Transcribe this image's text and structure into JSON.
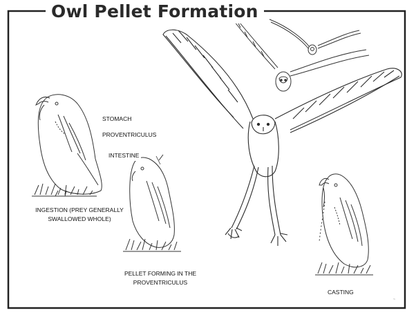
{
  "title": "Owl Pellet Formation",
  "labels": {
    "stomach": "STOMACH",
    "proventriculus": "PROVENTRICULUS",
    "intestine": "INTESTINE",
    "ingestion": "INGESTION (PREY GENERALLY SWALLOWED WHOLE)",
    "pellet_forming": "PELLET FORMING IN THE PROVENTRICULUS",
    "casting": "CASTING"
  },
  "figures": [
    "perched-owl-ingestion",
    "perched-owl-pellet-forming",
    "flying-barn-owl-large",
    "flying-barn-owl-medium",
    "flying-barn-owl-small",
    "perched-owl-casting"
  ]
}
